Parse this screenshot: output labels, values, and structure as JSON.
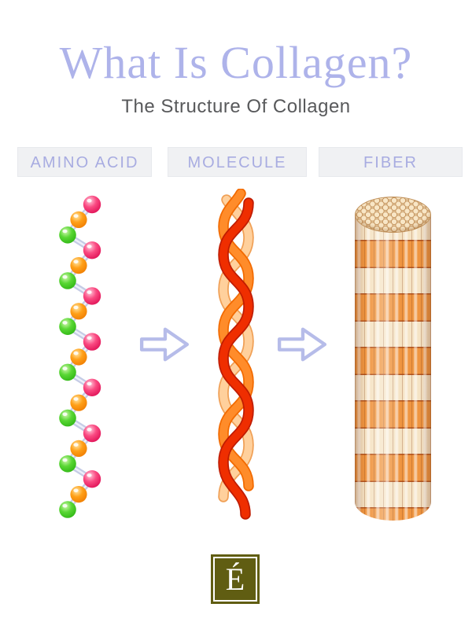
{
  "header": {
    "title": "What Is Collagen?",
    "subtitle": "The Structure Of Collagen"
  },
  "stages": [
    {
      "label": "AMINO ACID"
    },
    {
      "label": "MOLECULE"
    },
    {
      "label": "FIBER"
    }
  ],
  "arrows": {
    "glyph": "→",
    "style": "outline-right",
    "count": 2
  },
  "illustrations": {
    "amino_chain": {
      "pattern": [
        "pink",
        "orange",
        "green"
      ],
      "ball_count": 21
    },
    "molecule_strands": [
      "light-orange",
      "orange",
      "red"
    ],
    "fiber": {
      "style": "striped-rod-bundle-cylinder"
    }
  },
  "footer": {
    "logo_letter": "É"
  },
  "colors": {
    "title": "#aeb3ea",
    "subtitle": "#58595b",
    "stage_label": "#a8ace1",
    "stage_box_bg": "#f0f1f3",
    "arrow_outline": "#b6bce9",
    "ball_pink": "#fa4a82",
    "ball_orange": "#ffa018",
    "ball_green": "#59d734",
    "chain_link": "#c5cce6",
    "strand_red": "#ef2e00",
    "strand_orange": "#ff8c2a",
    "strand_light": "#ffd09c",
    "fiber_cream": "#f5e3c4",
    "fiber_orange": "#ef9540",
    "fiber_line": "#b0511d",
    "logo_bg": "#605d12",
    "logo_letter_color": "#ffffff"
  }
}
